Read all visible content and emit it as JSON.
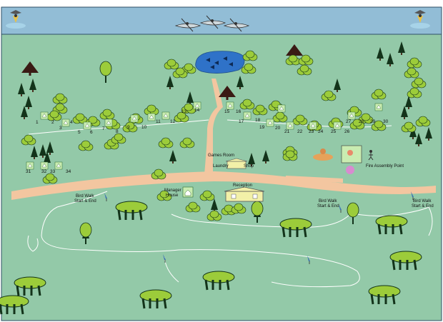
{
  "map": {
    "colors": {
      "water_strip": "#92bdd6",
      "water_strip_edge": "#2f4f66",
      "ground": "#93c9a8",
      "road": "#f3c6a0",
      "path": "#ffffff",
      "lake": "#2f72c8",
      "tree_dark": "#13331a",
      "bush": "#9ccc3a",
      "site_marker": "#c9ecb1",
      "building": "#f2f0a8"
    },
    "landmarks": {
      "games_room": "Games Room",
      "laundry": "Laundry",
      "shop": "Shop",
      "reception": "Reception",
      "manager_house_line1": "Manager",
      "manager_house_line2": "House",
      "fire_assembly": "Fire Assembly Point",
      "bird_walk_line1": "Bird Walk",
      "bird_walk_line2": "Start & End"
    },
    "site_numbers": [
      "1",
      "2",
      "3",
      "4",
      "5",
      "6",
      "7",
      "8",
      "9",
      "10",
      "11",
      "12",
      "13",
      "14",
      "15",
      "16",
      "17",
      "18",
      "19",
      "20",
      "21",
      "22",
      "23",
      "24",
      "25",
      "26",
      "27",
      "28",
      "29",
      "30",
      "31",
      "32",
      "33",
      "34"
    ],
    "icons": [
      "kayak-icon",
      "fish-icon",
      "tree-icon",
      "bush-icon",
      "campsite-icon",
      "building-icon",
      "windsurfer-icon",
      "person-icon",
      "bird-icon"
    ]
  }
}
